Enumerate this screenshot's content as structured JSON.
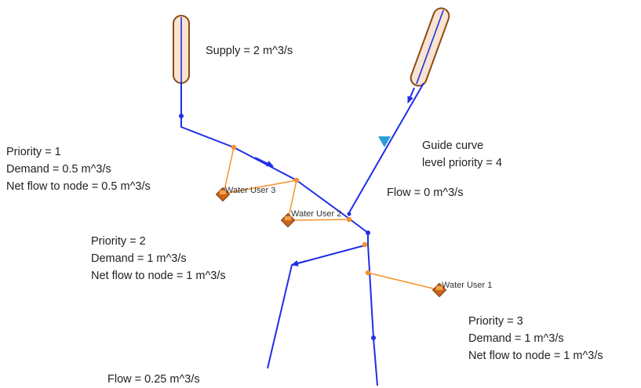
{
  "supply_label": "Supply = 2 m^3/s",
  "guide_curve": {
    "line1": "Guide curve",
    "line2": "level priority = 4"
  },
  "flow_top": "Flow = 0 m^3/s",
  "flow_bottom": "Flow = 0.25 m^3/s",
  "water_users": [
    {
      "name": "Water User 3",
      "priority": "Priority = 1",
      "demand": "Demand = 0.5 m^3/s",
      "net_flow": "Net flow to node = 0.5 m^3/s"
    },
    {
      "name": "Water User 2",
      "priority": "Priority = 2",
      "demand": "Demand = 1 m^3/s",
      "net_flow": "Net flow to node = 1 m^3/s"
    },
    {
      "name": "Water User 1",
      "priority": "Priority = 3",
      "demand": "Demand = 1 m^3/s",
      "net_flow": "Net flow to node = 1 m^3/s"
    }
  ],
  "colors": {
    "river": "#1f2fe6",
    "link": "#f5922b",
    "reservoir_outline": "#8b4a14",
    "reservoir_fill": "#f8e4d0",
    "guide_marker": "#2aa0d8",
    "user_icon": "#c8651b"
  }
}
